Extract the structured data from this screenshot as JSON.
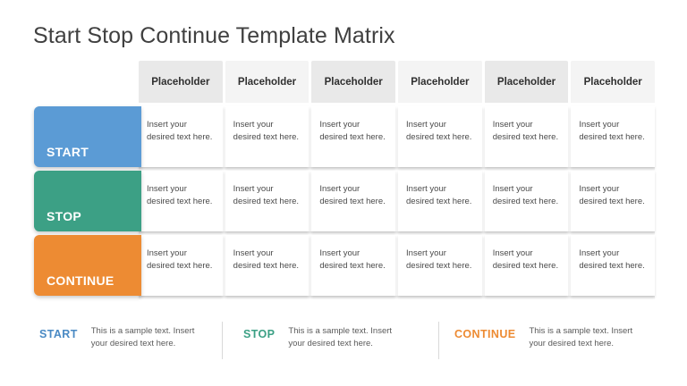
{
  "slide": {
    "title": "Start Stop Continue Template Matrix",
    "title_color": "#404040",
    "background": "#ffffff"
  },
  "matrix": {
    "columns": [
      {
        "header": "Placeholder"
      },
      {
        "header": "Placeholder"
      },
      {
        "header": "Placeholder"
      },
      {
        "header": "Placeholder"
      },
      {
        "header": "Placeholder"
      },
      {
        "header": "Placeholder"
      }
    ],
    "header_shade_a": "#e9e9e9",
    "header_shade_b": "#f4f4f4",
    "rows": [
      {
        "label": "START",
        "color": "#5B9BD5",
        "cells": [
          "Insert your desired text here.",
          "Insert your desired text here.",
          "Insert your desired text here.",
          "Insert your desired text here.",
          "Insert your desired text here.",
          "Insert your desired text here."
        ]
      },
      {
        "label": "STOP",
        "color": "#3CA085",
        "cells": [
          "Insert your desired text here.",
          "Insert your desired text here.",
          "Insert your desired text here.",
          "Insert your desired text here.",
          "Insert your desired text here.",
          "Insert your desired text here."
        ]
      },
      {
        "label": "CONTINUE",
        "color": "#ED8B33",
        "cells": [
          "Insert your desired text here.",
          "Insert your desired text here.",
          "Insert your desired text here.",
          "Insert your desired text here.",
          "Insert your desired text here.",
          "Insert your desired text here."
        ]
      }
    ]
  },
  "legend": {
    "items": [
      {
        "key": "START",
        "color": "#4A8AC4",
        "text": "This is a sample text. Insert your desired text here."
      },
      {
        "key": "STOP",
        "color": "#3CA085",
        "text": "This is a sample text. Insert your desired text here."
      },
      {
        "key": "CONTINUE",
        "color": "#ED8B33",
        "text": "This is a sample text. Insert your desired text here."
      }
    ]
  }
}
